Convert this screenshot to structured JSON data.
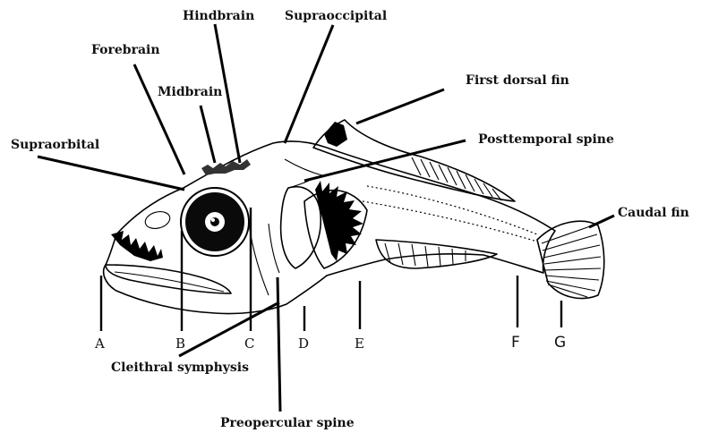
{
  "labels": {
    "hindbrain": "Hindbrain",
    "supraoccipital": "Supraoccipital",
    "forebrain": "Forebrain",
    "midbrain": "Midbrain",
    "first_dorsal_fin": "First dorsal fin",
    "supraorbital": "Supraorbital",
    "posttemporal_spine": "Posttemporal spine",
    "caudal_fin": "Caudal fin",
    "cleithral_symphysis": "Cleithral symphysis",
    "preopercular_spine": "Preopercular spine"
  },
  "letters": {
    "a": "A",
    "b": "B",
    "c": "C",
    "d": "D",
    "e": "E",
    "f": "F",
    "g": "G"
  }
}
